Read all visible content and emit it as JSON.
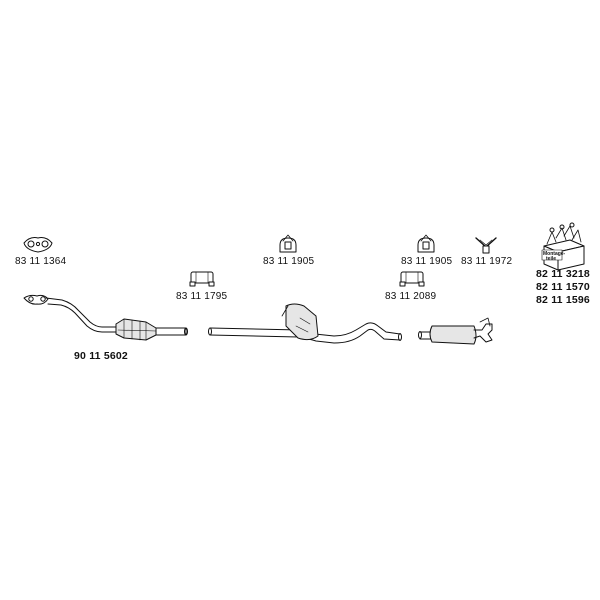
{
  "parts": {
    "flange_gasket": "83 11 1364",
    "front_pipe_with_catalyst": "90 11 5602",
    "clamp_front": "83 11 1795",
    "rubber_mount_center": "83 11 1905",
    "rubber_mount_rear": "83 11 1905",
    "clamp_rear": "83 11 2089",
    "hanger_bracket": "83 11 1972",
    "mounting_kit_1": "82 11 3218",
    "mounting_kit_2": "82 11 1570",
    "mounting_kit_3": "82 11 1596"
  },
  "mounting_kit": {
    "label_line1": "Montage-",
    "label_line2": "teile"
  },
  "colors": {
    "line": "#111111",
    "fill": "#ffffff",
    "shade": "#d9d9d9"
  }
}
